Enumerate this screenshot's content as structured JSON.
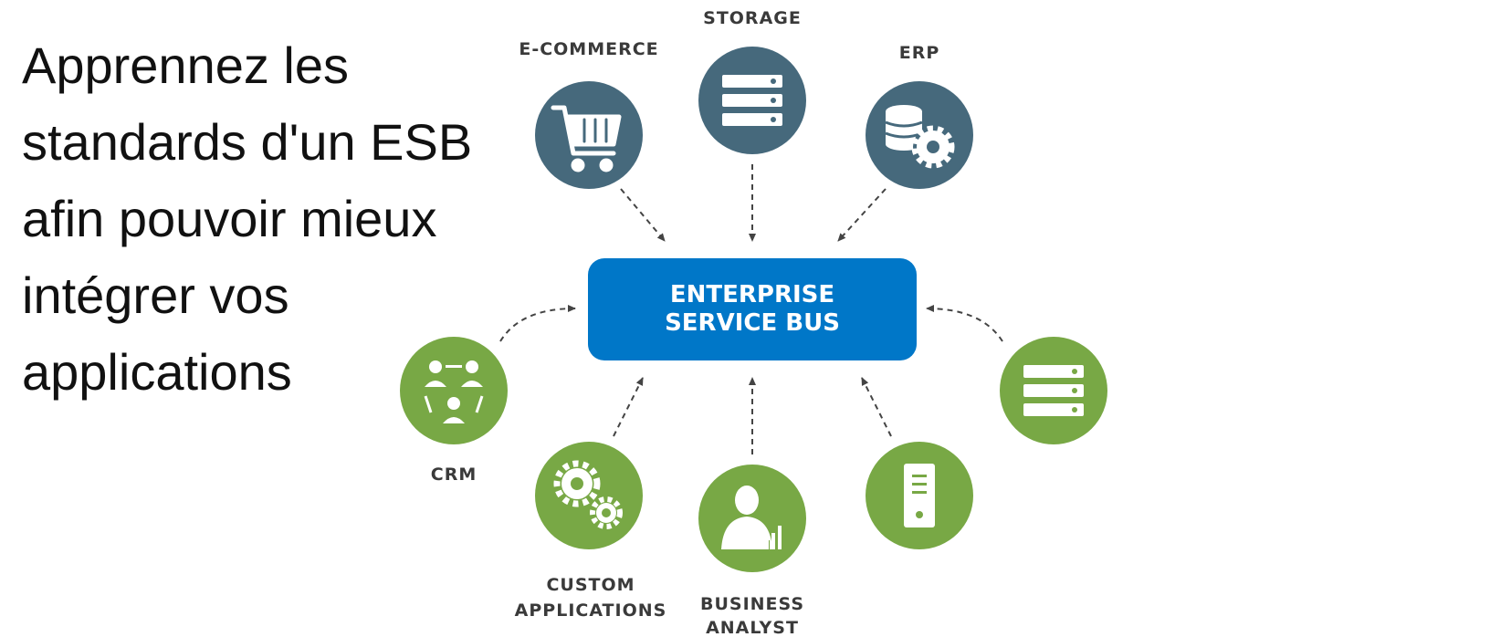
{
  "headline": {
    "lines": [
      "Apprennez les",
      "standards d'un ESB",
      "afin pouvoir mieux",
      "intégrer vos",
      "applications"
    ]
  },
  "diagram": {
    "center": {
      "line1": "ENTERPRISE",
      "line2": "SERVICE BUS",
      "color": "#0077c8"
    },
    "colors": {
      "top_nodes": "#46697c",
      "bottom_nodes": "#78a845",
      "arrows": "#444444"
    },
    "nodes": {
      "ecommerce": {
        "label": "E-COMMERCE",
        "icon": "shopping-cart-icon"
      },
      "storage": {
        "label": "STORAGE",
        "icon": "server-stack-icon"
      },
      "erp": {
        "label": "ERP",
        "icon": "database-gear-icon"
      },
      "crm": {
        "label": "CRM",
        "icon": "people-network-icon"
      },
      "custom_apps": {
        "line1": "CUSTOM",
        "line2": "APPLICATIONS",
        "icon": "gears-icon"
      },
      "business_analyst": {
        "line1": "BUSINESS",
        "line2": "ANALYST",
        "icon": "user-chart-icon"
      },
      "tower_server": {
        "icon": "tower-server-icon"
      },
      "rack_server": {
        "icon": "server-rack-icon"
      }
    }
  }
}
